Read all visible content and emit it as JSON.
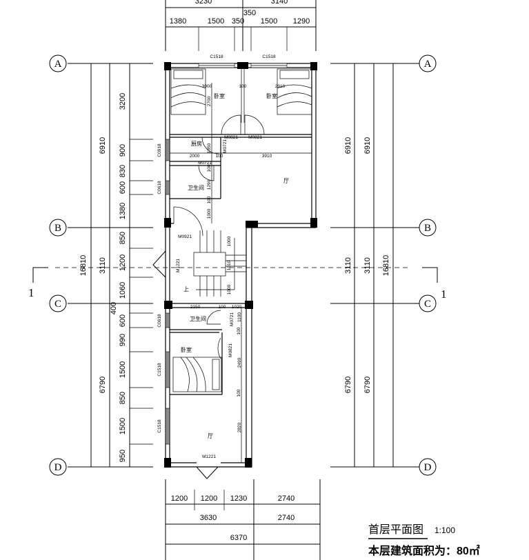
{
  "title": {
    "name": "首层平面图",
    "scale": "1:100",
    "area": "本层建筑面积为：80㎡"
  },
  "axes": [
    "A",
    "B",
    "C",
    "D"
  ],
  "section_mark": "1",
  "top_dims": {
    "overall": [
      "3230",
      "3140"
    ],
    "detail": [
      "1380",
      "1500",
      "350",
      "350",
      "1500",
      "1290"
    ]
  },
  "bottom_dims": {
    "detail": [
      "1200",
      "1200",
      "1230",
      "2740"
    ],
    "mid": [
      "3630",
      "2740"
    ],
    "total": "6370"
  },
  "left_dims": {
    "total": "16810",
    "mid": [
      "6910",
      "3110",
      "6790"
    ],
    "detail": [
      "3200",
      "900",
      "830",
      "600",
      "1380",
      "850",
      "1200",
      "1060",
      "400",
      "600",
      "990",
      "1500",
      "850",
      "1500",
      "950"
    ]
  },
  "right_dims": {
    "col1": [
      "6910",
      "3110",
      "6790"
    ],
    "col2": [
      "6910",
      "3110",
      "6790"
    ],
    "total": "16810"
  },
  "rooms": {
    "bedroom_left": "卧室",
    "bedroom_right": "卧室",
    "kitchen": "厨房",
    "bath_upper": "卫生间",
    "living_upper": "厅",
    "bath_lower": "卫生间",
    "bedroom_lower": "卧室",
    "living_lower": "厅",
    "stair_up": "上"
  },
  "openings": {
    "top_win_left": "C1518",
    "top_win_right": "C1518",
    "door_bed_left": "M0821",
    "door_bed_right": "M0821",
    "door_kitchen": "M0721",
    "door_bath_upper": "M0721",
    "win_kitchen": "C0918",
    "win_bath_upper": "C0618",
    "door_stair": "M0921",
    "door_bay": "M1221",
    "win_bath_lower": "C0618",
    "door_bath_lower": "M0721",
    "door_bed_lower": "M0821",
    "win_bed_lower": "C1518",
    "win_living_lower": "C1518",
    "door_entry": "M1221"
  },
  "inner_dims": {
    "bed_w_left": "3000",
    "bed_gap": "100",
    "bed_w_right": "2910",
    "bed_depth": "2700",
    "kitchen_depth": "1350",
    "kitchen_w": "2000",
    "wall_100a": "100",
    "living_w": "3910",
    "wall_100b": "100",
    "bath_depth": "1290",
    "wall_100c": "100",
    "hall_1000": "1000",
    "stair_1000a": "1000",
    "stair_1010": "1010",
    "stair_1000b": "1000",
    "lower_w1": "2150",
    "lower_100": "100",
    "lower_w2": "1020",
    "lower_1100": "1100",
    "lower_100a": "100",
    "lower_2490": "2490",
    "lower_100b": "100",
    "lower_2820": "2820"
  }
}
